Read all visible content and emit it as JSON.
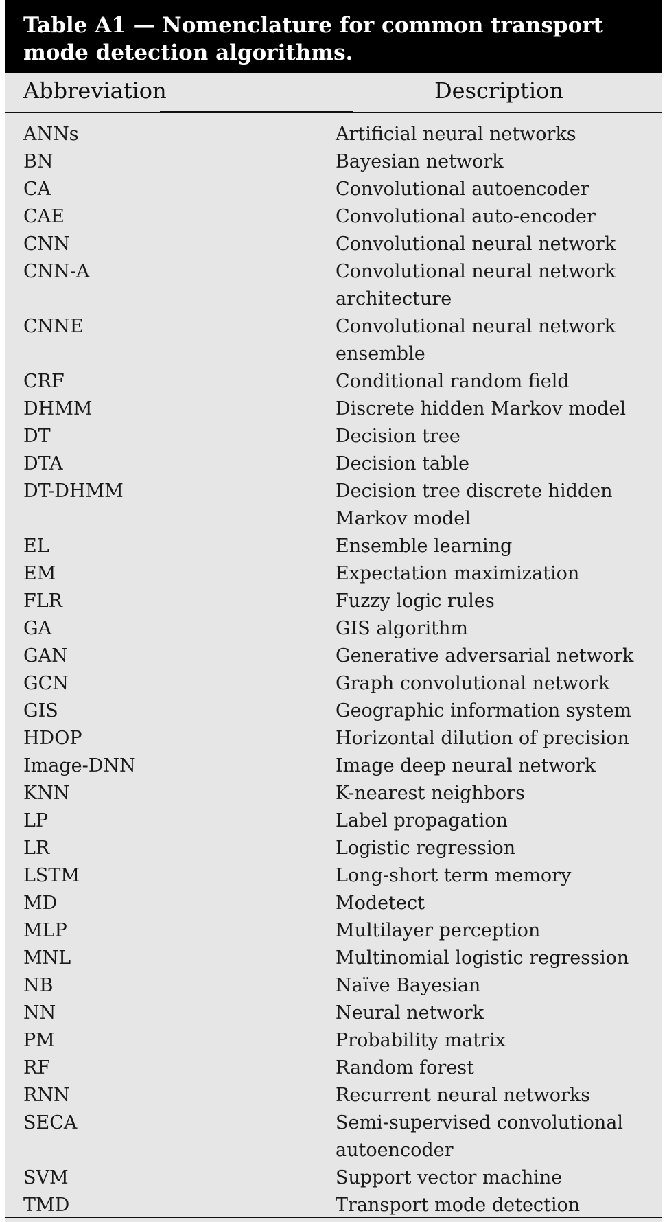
{
  "table": {
    "title": "Table A1 — Nomenclature for common transport mode detection algorithms.",
    "columns": {
      "abbreviation": "Abbreviation",
      "description": "Description"
    },
    "rows": [
      {
        "abbr": "ANNs",
        "desc": "Artificial neural networks"
      },
      {
        "abbr": "BN",
        "desc": "Bayesian network"
      },
      {
        "abbr": "CA",
        "desc": "Convolutional autoencoder"
      },
      {
        "abbr": "CAE",
        "desc": "Convolutional auto-encoder"
      },
      {
        "abbr": "CNN",
        "desc": "Convolutional neural network"
      },
      {
        "abbr": "CNN-A",
        "desc": "Convolutional neural network architecture"
      },
      {
        "abbr": "CNNE",
        "desc": "Convolutional neural network ensemble"
      },
      {
        "abbr": "CRF",
        "desc": "Conditional random field"
      },
      {
        "abbr": "DHMM",
        "desc": "Discrete hidden Markov model"
      },
      {
        "abbr": "DT",
        "desc": "Decision tree"
      },
      {
        "abbr": "DTA",
        "desc": "Decision table"
      },
      {
        "abbr": "DT-DHMM",
        "desc": "Decision tree discrete hidden Markov model"
      },
      {
        "abbr": "EL",
        "desc": "Ensemble learning"
      },
      {
        "abbr": "EM",
        "desc": "Expectation maximization"
      },
      {
        "abbr": "FLR",
        "desc": "Fuzzy logic rules"
      },
      {
        "abbr": "GA",
        "desc": "GIS algorithm"
      },
      {
        "abbr": "GAN",
        "desc": "Generative adversarial network"
      },
      {
        "abbr": "GCN",
        "desc": "Graph convolutional network"
      },
      {
        "abbr": "GIS",
        "desc": "Geographic information system"
      },
      {
        "abbr": "HDOP",
        "desc": "Horizontal dilution of precision"
      },
      {
        "abbr": "Image-DNN",
        "desc": "Image deep neural network"
      },
      {
        "abbr": "KNN",
        "desc": "K-nearest neighbors"
      },
      {
        "abbr": "LP",
        "desc": "Label propagation"
      },
      {
        "abbr": "LR",
        "desc": "Logistic regression"
      },
      {
        "abbr": "LSTM",
        "desc": "Long-short term memory"
      },
      {
        "abbr": "MD",
        "desc": "Modetect"
      },
      {
        "abbr": "MLP",
        "desc": "Multilayer perception"
      },
      {
        "abbr": "MNL",
        "desc": "Multinomial logistic regression"
      },
      {
        "abbr": "NB",
        "desc": "Naïve Bayesian"
      },
      {
        "abbr": "NN",
        "desc": "Neural network"
      },
      {
        "abbr": "PM",
        "desc": "Probability matrix"
      },
      {
        "abbr": "RF",
        "desc": "Random forest"
      },
      {
        "abbr": "RNN",
        "desc": "Recurrent neural networks"
      },
      {
        "abbr": "SECA",
        "desc": "Semi-supervised convolutional autoencoder"
      },
      {
        "abbr": "SVM",
        "desc": "Support vector machine"
      },
      {
        "abbr": "TMD",
        "desc": "Transport mode detection"
      }
    ]
  }
}
